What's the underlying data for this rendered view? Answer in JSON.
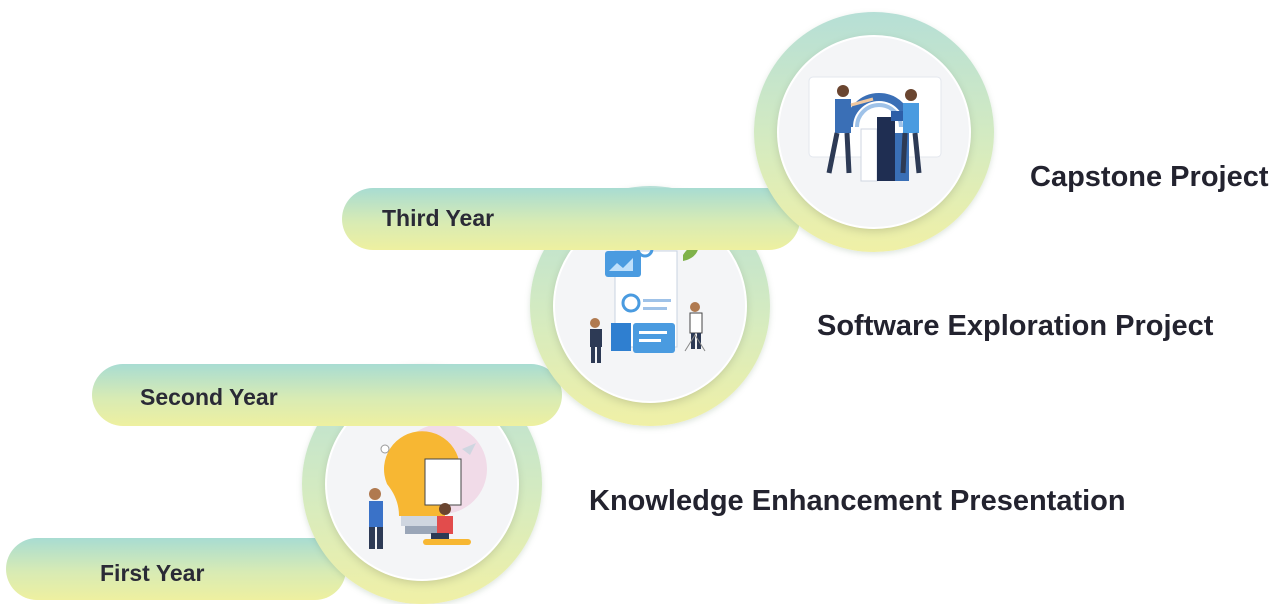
{
  "steps": [
    {
      "year": "First Year",
      "title": "Knowledge Enhancement  Presentation",
      "illustration": "lightbulb-idea-illustration"
    },
    {
      "year": "Second Year",
      "title": "Software Exploration  Project",
      "illustration": "dashboard-team-illustration"
    },
    {
      "year": "Third Year",
      "title": "Capstone Project",
      "illustration": "analytics-team-illustration"
    }
  ],
  "colors": {
    "gradient_top": "#a8dcd2",
    "gradient_bottom": "#eef0a0",
    "disc": "#f4f5f7",
    "text": "#23232f"
  }
}
